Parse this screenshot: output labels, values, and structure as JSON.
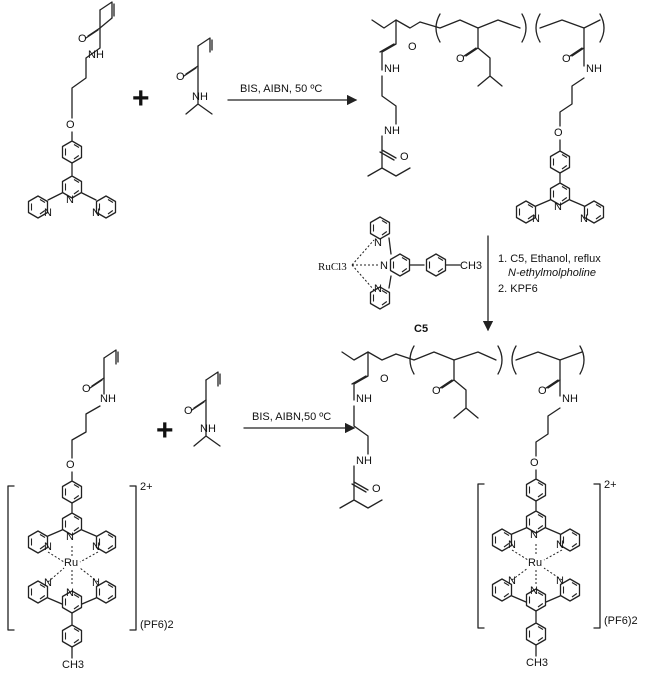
{
  "reaction_top": {
    "conditions": "BIS, AIBN, 50 ºC"
  },
  "reaction_bottom": {
    "conditions": "BIS, AIBN,50 ºC"
  },
  "complexation": {
    "step1": "1. C5, Ethanol, reflux",
    "step1b": "N-ethylmolpholine",
    "step2": "2. KPF6",
    "reagent_label": "C5",
    "rucl3": "RuCl3"
  },
  "atoms": {
    "O": "O",
    "NH": "NH",
    "N": "N",
    "Ru": "Ru",
    "CH3": "CH3"
  },
  "charges": {
    "charge": "2+",
    "counterion": "(PF6)2"
  }
}
